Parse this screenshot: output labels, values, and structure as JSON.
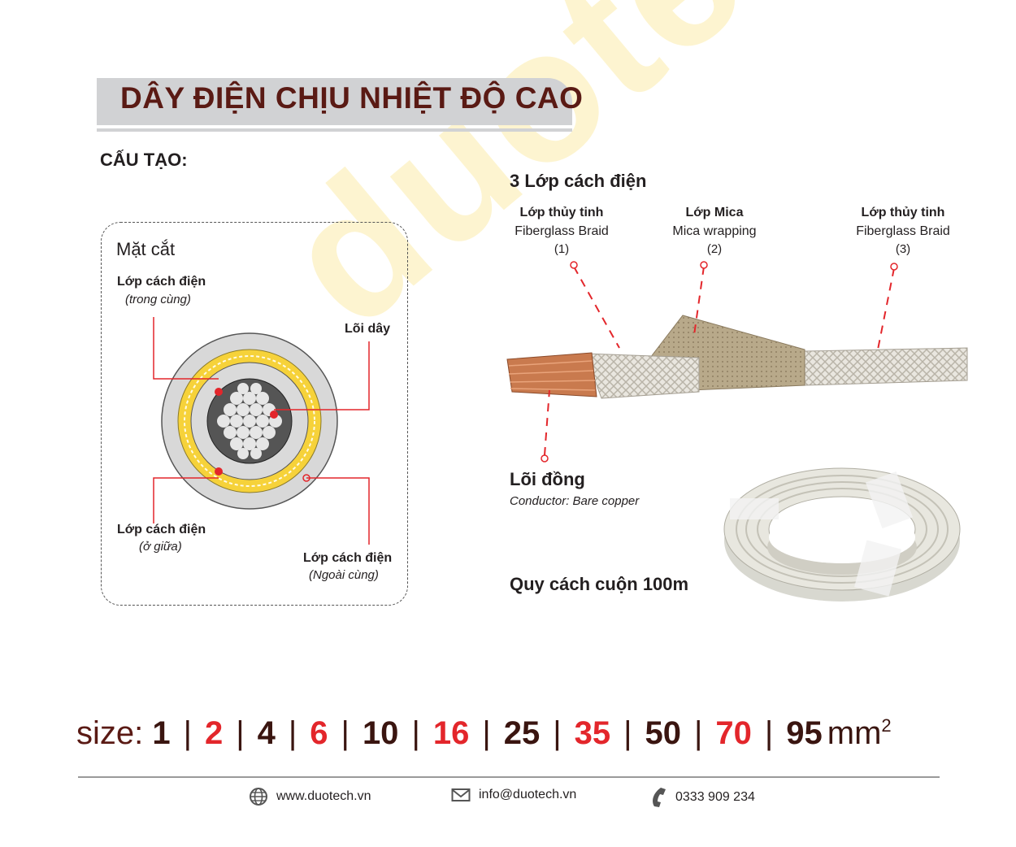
{
  "watermark": "duotech",
  "header": {
    "title": "DÂY ĐIỆN CHỊU NHIỆT ĐỘ CAO"
  },
  "section_label": "CẤU TẠO:",
  "cross_section": {
    "title": "Mặt cắt",
    "inner_layer": {
      "label": "Lớp cách điện",
      "sub": "(trong cùng)"
    },
    "core": {
      "label": "Lõi dây"
    },
    "middle_layer": {
      "label": "Lớp cách điện",
      "sub": "(ở giữa)"
    },
    "outer_layer": {
      "label": "Lớp cách điện",
      "sub": "(Ngoài cùng)"
    }
  },
  "layers": {
    "heading": "3 Lớp cách điện",
    "items": [
      {
        "name": "Lớp thủy tinh",
        "en": "Fiberglass Braid",
        "num": "(1)"
      },
      {
        "name": "Lớp Mica",
        "en": "Mica wrapping",
        "num": "(2)"
      },
      {
        "name": "Lớp thủy tinh",
        "en": "Fiberglass Braid",
        "num": "(3)"
      }
    ]
  },
  "conductor": {
    "title": "Lõi đồng",
    "sub": "Conductor: Bare copper"
  },
  "coil": {
    "label": "Quy cách cuộn 100m"
  },
  "sizes": {
    "prefix": "size:",
    "values": [
      "1",
      "2",
      "4",
      "6",
      "10",
      "16",
      "25",
      "35",
      "50",
      "70",
      "95"
    ],
    "separator": "|",
    "unit": "mm",
    "unit_sup": "2"
  },
  "colors": {
    "accent_red": "#e3262b",
    "title_brown": "#5a1a14",
    "banner_grey": "#d1d2d4"
  },
  "contacts": {
    "website": {
      "icon": "globe-icon",
      "text": "www.duotech.vn"
    },
    "email": {
      "icon": "mail-icon",
      "text": "info@duotech.vn"
    },
    "phone": {
      "icon": "phone-icon",
      "text": "0333 909 234"
    }
  }
}
